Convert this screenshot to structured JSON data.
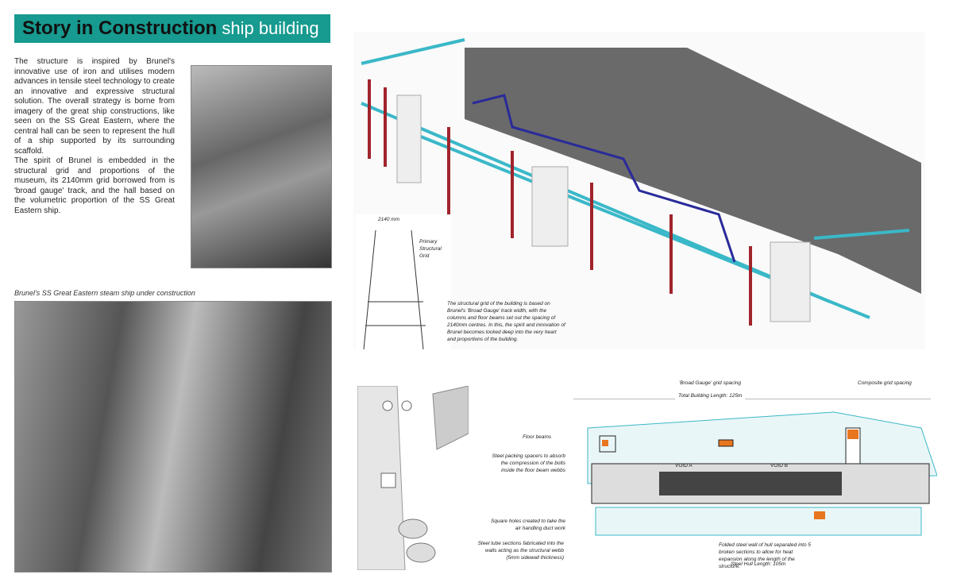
{
  "title": {
    "bold": "Story in Construction",
    "light": "ship building"
  },
  "intro": [
    "The structure is inspired by Brunel's innovative use of iron and utilises modern advances in tensile steel technology to create an innovative and expressive structural solution. The overall strategy is borne from imagery of the great ship constructions, like seen on the SS Great Eastern, where the central hall can be seen to represent the hull of a ship supported by its surrounding scaffold.",
    "The spirit of Brunel is embedded in the structural grid and proportions of the museum, its 2140mm grid borrowed from is 'broad gauge' track, and the hall based on the volumetric proportion of the SS Great Eastern ship."
  ],
  "photo_caption": "Brunel's SS Great Eastern steam ship under construction",
  "sketch": {
    "dimension": "2140 mm",
    "label": "Primary Structural Grid",
    "caption": "The structural grid of the building is based on Brunel's 'Broad Gauge' track width, with the columns and floor beams set out the spacing of 2140mm centres. In this, the spirit and innovation of Brunel becomes locked deep into the very heart and proportions of the building."
  },
  "detail_labels": [
    "Floor beams",
    "Steel packing spacers to absorb the compression of the bolts inside the floor beam webbs",
    "Square holes created to take the air handling duct work",
    "Steel tube sections fabricated into the walls acting as the structural webb (5mm sidewall thickness)"
  ],
  "plan": {
    "grid1": "'Broad Gauge' grid spacing",
    "grid2": "Composite grid spacing",
    "total": "Total Building Length: 125m",
    "void_a": "VOID A",
    "void_b": "VOID B",
    "note": "Folded steel wall of hull separated into 5 broken sections to allow for heat expansion along the length of the structure.",
    "hull": "Steel Hull Length: 105m"
  },
  "colors": {
    "accent": "#179a8f",
    "cyan": "#3ab8c8",
    "red": "#a0242c",
    "blue": "#2a2a9a"
  }
}
